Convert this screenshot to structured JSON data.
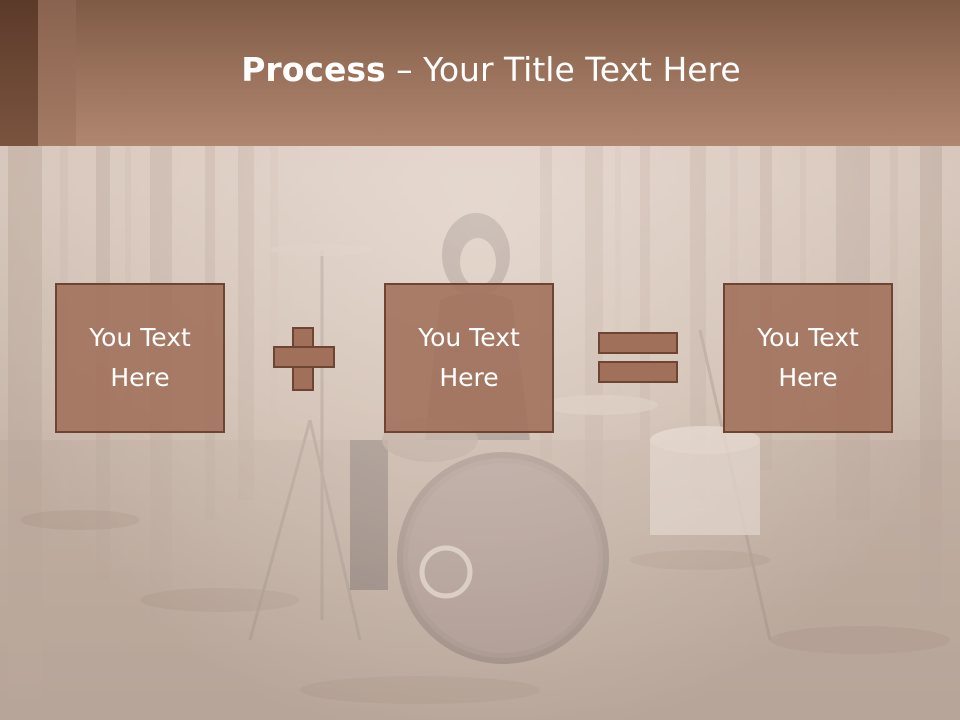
{
  "slide": {
    "title_bold": "Process",
    "title_rest": " – Your Title Text Here"
  },
  "process": {
    "boxes": [
      {
        "label": "You Text Here"
      },
      {
        "label": "You Text Here"
      },
      {
        "label": "You Text Here"
      }
    ],
    "operators": [
      "plus-icon",
      "equals-icon"
    ]
  },
  "colors": {
    "header": "#98705a",
    "box_fill": "#a0705a",
    "box_border": "#6e4532",
    "text": "#ffffff"
  }
}
